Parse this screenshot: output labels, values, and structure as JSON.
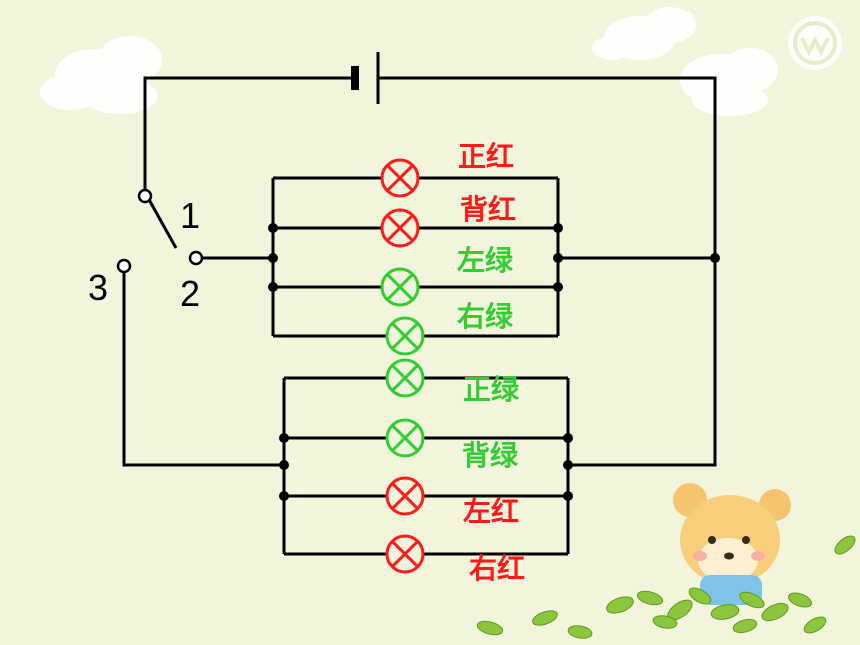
{
  "colors": {
    "background": "#f2f5dc",
    "wire": "#000000",
    "red_lamp": "#ff1a1a",
    "green_lamp": "#33cc33"
  },
  "switch": {
    "terminal_1": "1",
    "terminal_2": "2",
    "terminal_3": "3"
  },
  "upper_group": {
    "lamps": [
      {
        "label": "正红",
        "color": "red"
      },
      {
        "label": "背红",
        "color": "red"
      },
      {
        "label": "左绿",
        "color": "green"
      },
      {
        "label": "右绿",
        "color": "green"
      }
    ]
  },
  "lower_group": {
    "lamps": [
      {
        "label": "正绿",
        "color": "green"
      },
      {
        "label": "背绿",
        "color": "green"
      },
      {
        "label": "左红",
        "color": "red"
      },
      {
        "label": "右红",
        "color": "red"
      }
    ]
  },
  "decorations": [
    "cloud",
    "cloud",
    "logo-badge",
    "cartoon-bear",
    "leaves"
  ]
}
